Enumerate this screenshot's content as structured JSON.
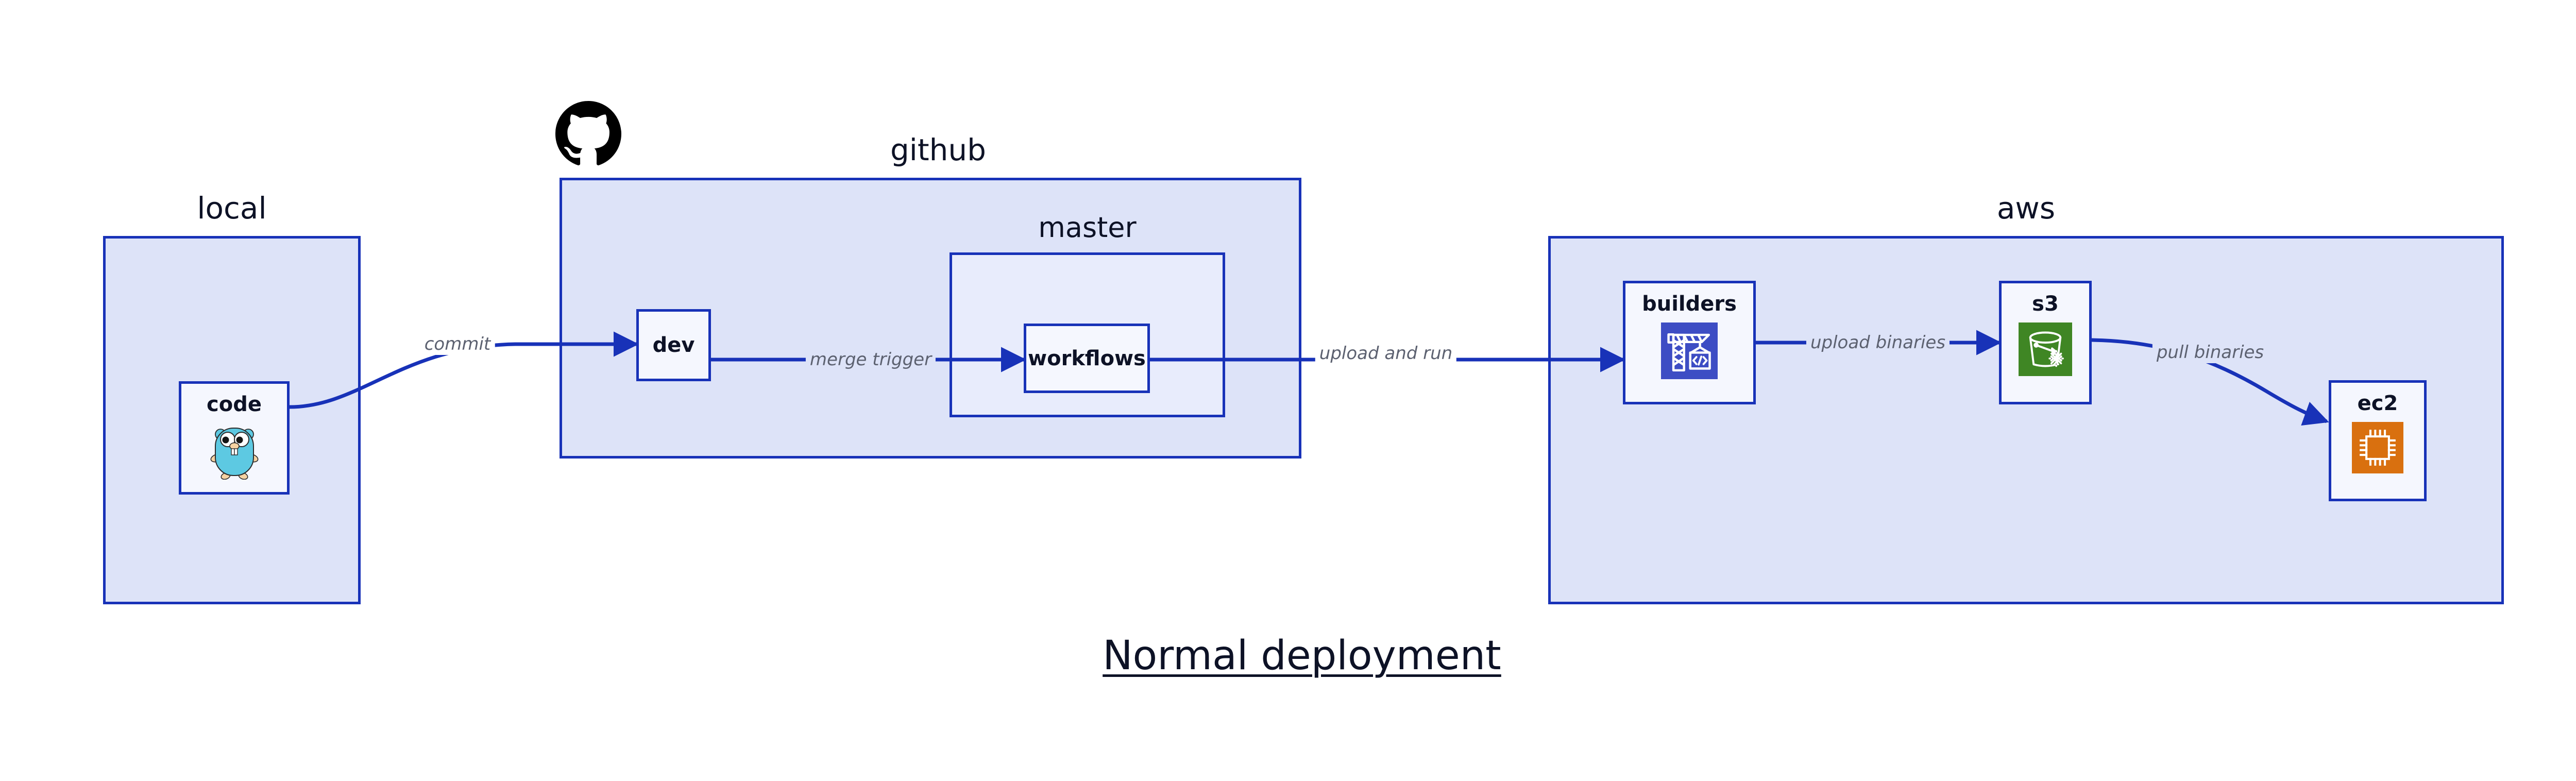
{
  "diagram": {
    "title": "Normal deployment",
    "accent_blue": "#1832b8",
    "group_fill": "#dde3f8",
    "node_fill": "#e8ecfc",
    "label_gray": "#5c6170",
    "text_navy": "#0d1226"
  },
  "groups": [
    {
      "id": "local",
      "label": "local"
    },
    {
      "id": "github",
      "label": "github"
    },
    {
      "id": "master",
      "label": "master"
    },
    {
      "id": "aws",
      "label": "aws"
    }
  ],
  "nodes": [
    {
      "id": "code",
      "label": "code",
      "icon": "go-gopher-icon"
    },
    {
      "id": "dev",
      "label": "dev",
      "icon": "none"
    },
    {
      "id": "workflows",
      "label": "workflows",
      "icon": "none"
    },
    {
      "id": "builders",
      "label": "builders",
      "icon": "aws-builders-crane-icon",
      "icon_color": "#3d4dc4"
    },
    {
      "id": "s3",
      "label": "s3",
      "icon": "aws-s3-bucket-icon",
      "icon_color": "#3f8624"
    },
    {
      "id": "ec2",
      "label": "ec2",
      "icon": "aws-ec2-chip-icon",
      "icon_color": "#d9700f"
    }
  ],
  "edges": [
    {
      "id": "code-to-dev",
      "from": "code",
      "to": "dev",
      "label": "commit"
    },
    {
      "id": "dev-to-workflows",
      "from": "dev",
      "to": "workflows",
      "label": "merge trigger"
    },
    {
      "id": "workflows-to-builders",
      "from": "workflows",
      "to": "builders",
      "label": "upload and run"
    },
    {
      "id": "builders-to-s3",
      "from": "builders",
      "to": "s3",
      "label": "upload binaries"
    },
    {
      "id": "s3-to-ec2",
      "from": "s3",
      "to": "ec2",
      "label": "pull binaries"
    }
  ],
  "logos": [
    {
      "id": "github-logo",
      "name": "github-octocat-icon"
    }
  ]
}
